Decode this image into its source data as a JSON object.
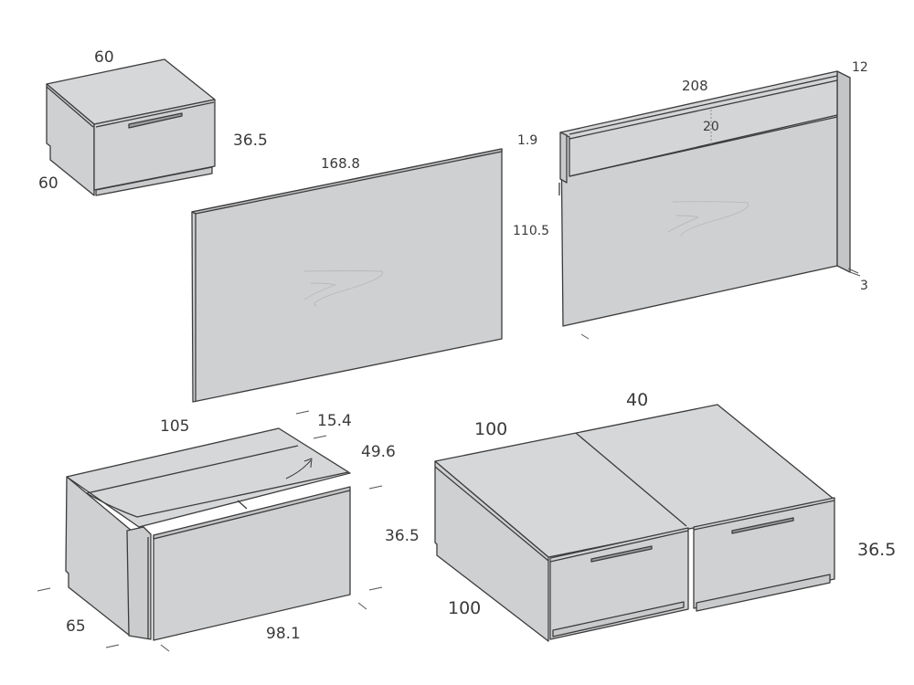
{
  "diagram": {
    "type": "furniture-dimension-drawing",
    "colors": {
      "face": "#d2d3d5",
      "face_dark": "#c4c5c7",
      "edge": "#3c3c3c",
      "text": "#3a3a3a",
      "background": "#ffffff"
    },
    "items": [
      {
        "id": "nightstand",
        "label": "nightstand",
        "dimensions": {
          "width": "60",
          "depth": "60",
          "height": "36.5"
        }
      },
      {
        "id": "headboard-panel",
        "label": "headboard panel",
        "dimensions": {
          "width": "168.8",
          "thickness": "1.9",
          "height": "110.5"
        }
      },
      {
        "id": "headboard-with-shelf",
        "label": "headboard with shelf",
        "dimensions": {
          "width": "208",
          "shelf_height": "20",
          "depth": "12",
          "thickness": "3"
        }
      },
      {
        "id": "storage-bench",
        "label": "storage bench with lid",
        "dimensions": {
          "top_width": "105",
          "lid_offset": "15.4",
          "lid_depth": "49.6",
          "height": "36.5",
          "depth": "65",
          "front_width": "98.1"
        }
      },
      {
        "id": "double-drawer-unit",
        "label": "double drawer unit",
        "dimensions": {
          "width_left": "100",
          "width_right": "40",
          "height": "36.5",
          "depth": "100"
        }
      }
    ]
  }
}
